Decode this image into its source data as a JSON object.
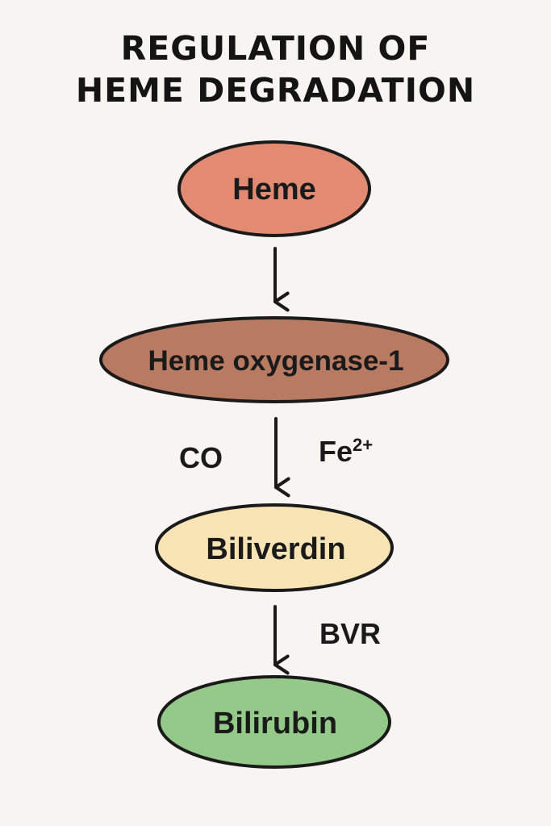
{
  "title": {
    "line1": "REGULATION OF",
    "line2": "HEME DEGRADATION"
  },
  "nodes": {
    "heme": {
      "label": "Heme",
      "fill": "#e38a72"
    },
    "ho1": {
      "label": "Heme oxygenase-1",
      "fill": "#b97a62"
    },
    "biliverdin": {
      "label": "Biliverdin",
      "fill": "#f8e3b4"
    },
    "bilirubin": {
      "label": "Bilirubin",
      "fill": "#95c98a"
    }
  },
  "edge_labels": {
    "co": "CO",
    "fe_base": "Fe",
    "fe_charge": "2+",
    "bvr": "BVR"
  },
  "colors": {
    "background": "#f6f5f1",
    "stroke": "#1a1a1a"
  }
}
